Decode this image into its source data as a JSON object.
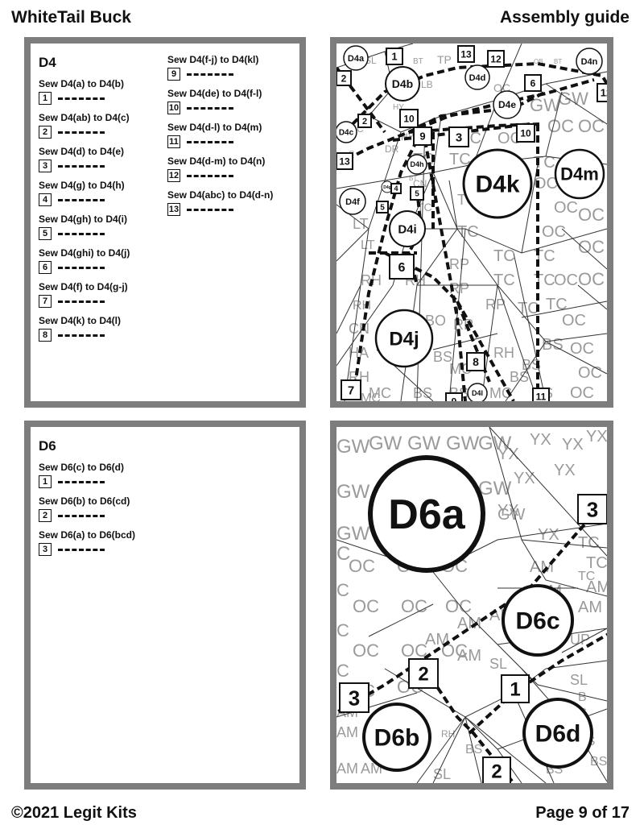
{
  "header": {
    "title": "WhiteTail Buck",
    "section": "Assembly guide"
  },
  "footer": {
    "copyright": "©2021 Legit Kits",
    "page": "Page 9 of 17"
  },
  "d4": {
    "title": "D4",
    "steps": [
      {
        "num": "1",
        "text": "Sew D4(a) to D4(b)"
      },
      {
        "num": "2",
        "text": "Sew D4(ab) to D4(c)"
      },
      {
        "num": "3",
        "text": "Sew D4(d) to D4(e)"
      },
      {
        "num": "4",
        "text": "Sew D4(g) to D4(h)"
      },
      {
        "num": "5",
        "text": "Sew D4(gh) to D4(i)"
      },
      {
        "num": "6",
        "text": "Sew D4(ghi) to D4(j)"
      },
      {
        "num": "7",
        "text": "Sew D4(f) to D4(g-j)"
      },
      {
        "num": "8",
        "text": "Sew D4(k) to D4(l)"
      },
      {
        "num": "9",
        "text": "Sew D4(f-j) to D4(kl)"
      },
      {
        "num": "10",
        "text": "Sew D4(de) to D4(f-l)"
      },
      {
        "num": "11",
        "text": "Sew D4(d-l) to D4(m)"
      },
      {
        "num": "12",
        "text": "Sew D4(d-m) to D4(n)"
      },
      {
        "num": "13",
        "text": "Sew D4(abc) to D4(d-n)"
      }
    ],
    "pieces": [
      "D4a",
      "D4b",
      "D4c",
      "D4d",
      "D4e",
      "D4f",
      "D4g",
      "D4h",
      "D4i",
      "D4j",
      "D4k",
      "D4l",
      "D4m",
      "D4n"
    ],
    "seam_tags": [
      "1",
      "2",
      "3",
      "4",
      "5",
      "6",
      "7",
      "8",
      "9",
      "10",
      "11",
      "12",
      "13"
    ],
    "fabric_codes": [
      "SL",
      "BT",
      "TP",
      "OB",
      "LB",
      "GW",
      "OC",
      "TC",
      "RP",
      "RH",
      "MC",
      "BS",
      "BO",
      "HA",
      "LT",
      "DR",
      "HY",
      "CN",
      "C"
    ]
  },
  "d6": {
    "title": "D6",
    "steps": [
      {
        "num": "1",
        "text": "Sew D6(c) to D6(d)"
      },
      {
        "num": "2",
        "text": "Sew D6(b) to D6(cd)"
      },
      {
        "num": "3",
        "text": "Sew D6(a) to D6(bcd)"
      }
    ],
    "pieces": [
      "D6a",
      "D6b",
      "D6c",
      "D6d"
    ],
    "seam_tags": [
      "1",
      "2",
      "3"
    ],
    "fabric_codes": [
      "GW",
      "YX",
      "TC",
      "OC",
      "C",
      "AM",
      "UP",
      "SL",
      "BS",
      "RH",
      "B"
    ]
  }
}
